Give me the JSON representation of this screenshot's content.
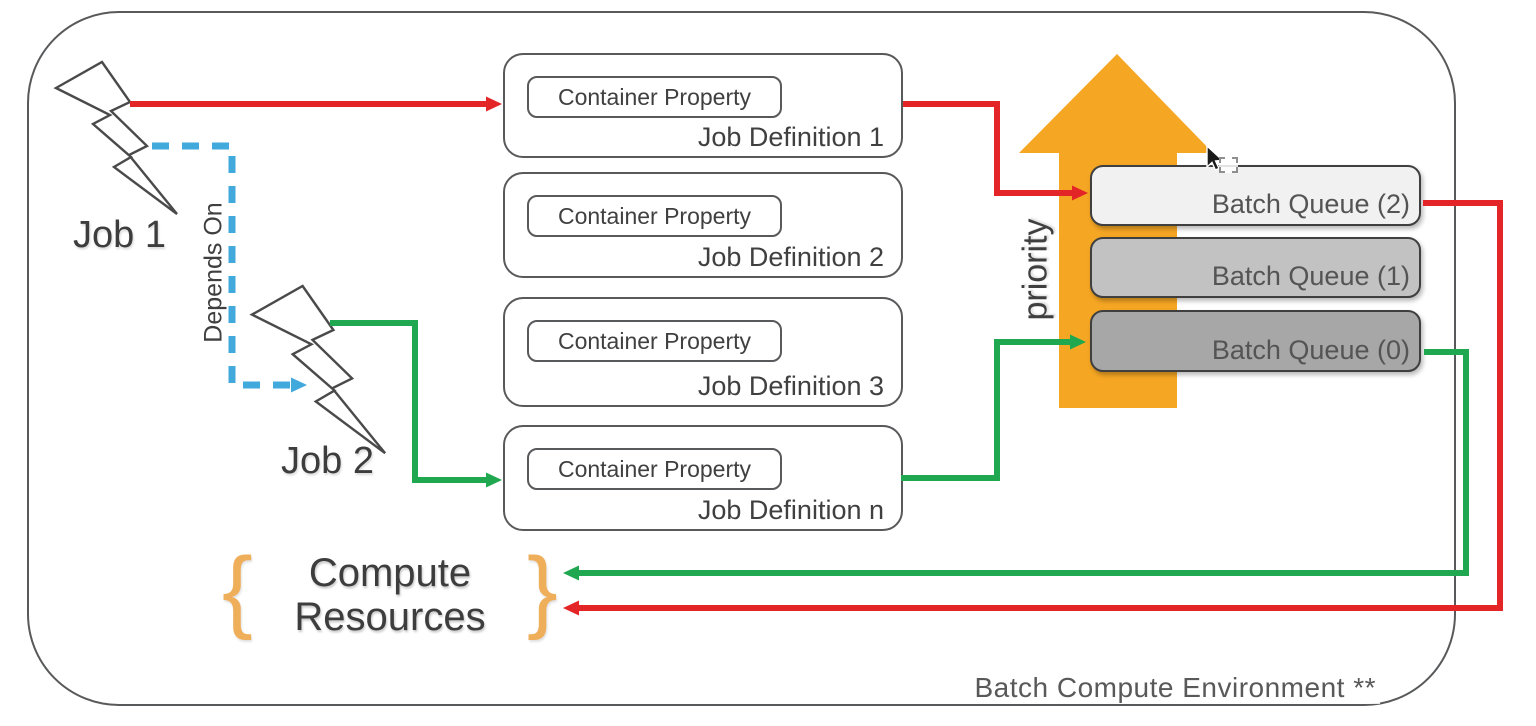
{
  "diagram": {
    "environment_label": "Batch Compute Environment **",
    "jobs": [
      {
        "label": "Job 1"
      },
      {
        "label": "Job 2"
      }
    ],
    "depends_on_label": "Depends On",
    "priority_label": "priority",
    "job_definitions": [
      {
        "title": "Job Definition 1",
        "container_label": "Container Property"
      },
      {
        "title": "Job Definition 2",
        "container_label": "Container Property"
      },
      {
        "title": "Job Definition 3",
        "container_label": "Container Property"
      },
      {
        "title": "Job Definition n",
        "container_label": "Container Property"
      }
    ],
    "batch_queues": [
      {
        "label": "Batch Queue (2)",
        "fill": "#F1F1F1"
      },
      {
        "label": "Batch Queue (1)",
        "fill": "#C2C2C2"
      },
      {
        "label": "Batch Queue (0)",
        "fill": "#A7A7A7"
      }
    ],
    "compute_resources": {
      "line1": "Compute",
      "line2": "Resources",
      "brace_open": "{",
      "brace_close": "}"
    },
    "colors": {
      "red_flow": "#E42528",
      "green_flow": "#1FA84F",
      "blue_dependency": "#41A9DC",
      "orange_priority_arrow": "#F5A623",
      "orange_brace": "#EFAE5A",
      "box_border": "#58595B",
      "queue_fill_high": "#F1F1F1",
      "queue_fill_mid": "#C2C2C2",
      "queue_fill_low": "#A7A7A7"
    }
  }
}
